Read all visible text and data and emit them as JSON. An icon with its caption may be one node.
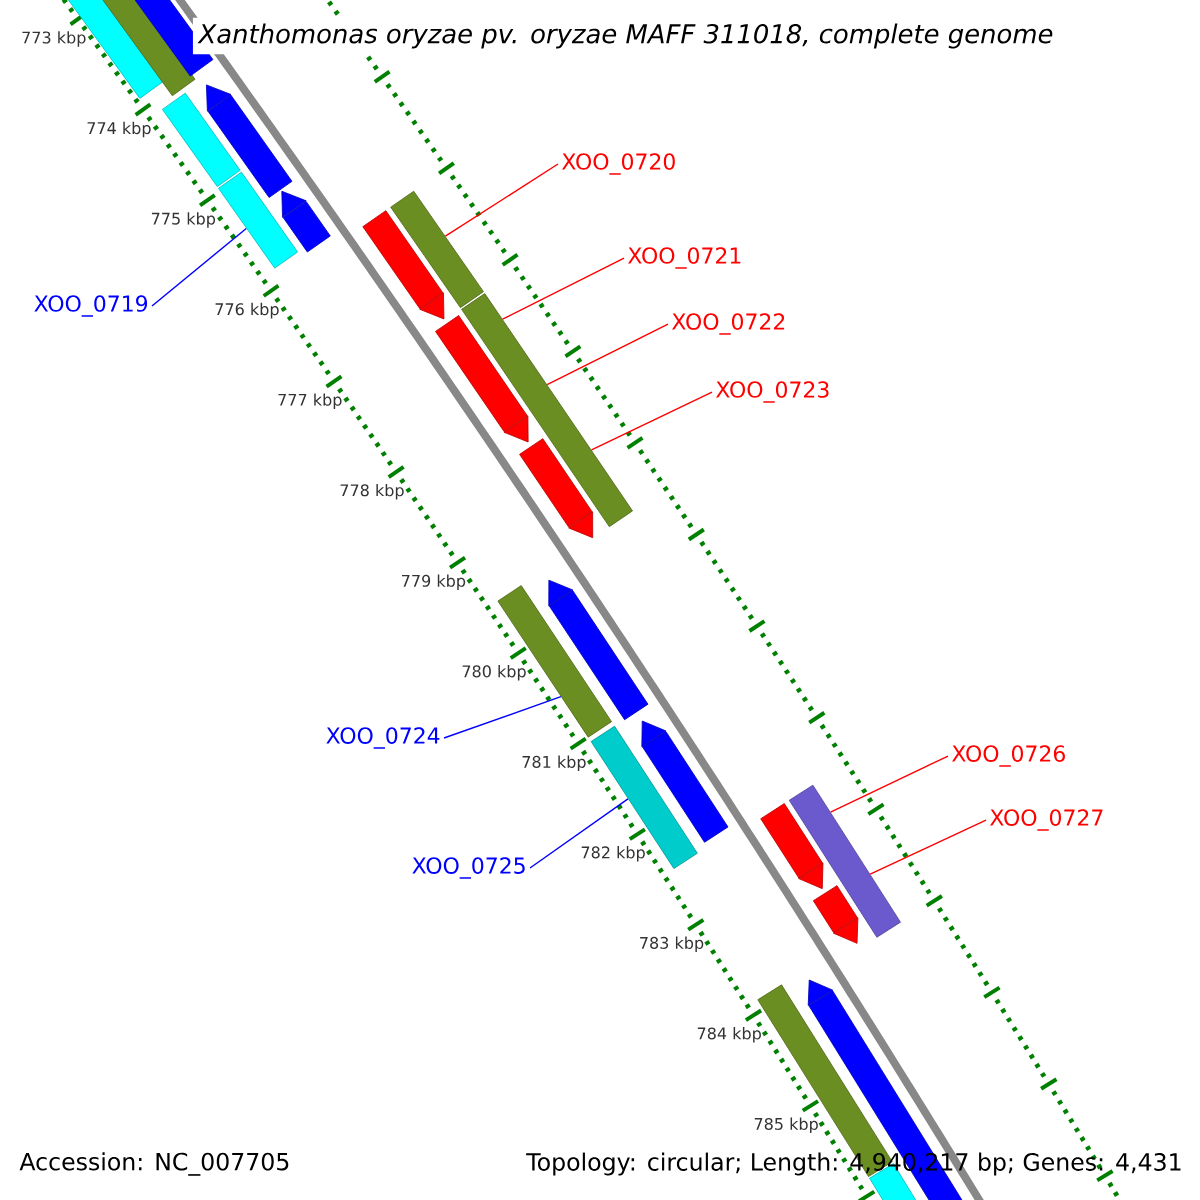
{
  "diagram": {
    "title": "Xanthomonas oryzae pv. oryzae MAFF 311018, complete genome",
    "nodes": [
      {
        "text": [
          "XOO_0719"
        ]
      },
      {
        "text": [
          "XOO_0720"
        ]
      },
      {
        "text": [
          "XOO_0721"
        ]
      },
      {
        "text": [
          "XOO_0722"
        ]
      },
      {
        "text": [
          "XOO_0723"
        ]
      },
      {
        "text": [
          "XOO_0724"
        ]
      },
      {
        "text": [
          "XOO_0725"
        ]
      },
      {
        "text": [
          "XOO_0726"
        ]
      },
      {
        "text": [
          "XOO_0727"
        ]
      },
      {
        "text": [],
        "shape": "bar"
      },
      {
        "text": [],
        "shape": "bar"
      },
      {
        "text": [],
        "shape": "bar"
      },
      {
        "text": [],
        "shape": "pentagon"
      },
      {
        "text": [],
        "shape": "pentagon"
      },
      {
        "text": [],
        "shape": "bar"
      },
      {
        "text": [],
        "shape": "bar"
      },
      {
        "text": [],
        "shape": "pentagon"
      },
      {
        "text": [],
        "shape": "pentagon"
      },
      {
        "text": [],
        "shape": "pentagon"
      },
      {
        "text": [],
        "shape": "bar"
      },
      {
        "text": [],
        "shape": "bar"
      },
      {
        "text": [],
        "shape": "bar"
      },
      {
        "text": [],
        "shape": "pentagon"
      },
      {
        "text": [],
        "shape": "bar"
      },
      {
        "text": [],
        "shape": "pentagon"
      },
      {
        "text": [],
        "shape": "pentagon"
      },
      {
        "text": [],
        "shape": "pentagon"
      },
      {
        "text": [],
        "shape": "bar"
      },
      {
        "text": [],
        "shape": "bar"
      },
      {
        "text": [],
        "shape": "pentagon"
      },
      {
        "text": [],
        "shape": "bar"
      }
    ],
    "edges": [
      {
        "from": 0,
        "to": 15,
        "arrow": "none",
        "color": "#0000ff"
      },
      {
        "from": 1,
        "to": 19,
        "arrow": "none"
      },
      {
        "from": 2,
        "to": 20,
        "arrow": "none"
      },
      {
        "from": 3,
        "to": 20,
        "arrow": "none"
      },
      {
        "from": 4,
        "to": 20,
        "arrow": "none"
      },
      {
        "from": 5,
        "to": 21,
        "arrow": "none",
        "color": "#0000ff"
      },
      {
        "from": 6,
        "to": 23,
        "arrow": "none",
        "color": "#0000ff"
      },
      {
        "from": 7,
        "to": 27,
        "arrow": "none"
      },
      {
        "from": 8,
        "to": 27,
        "arrow": "none"
      }
    ],
    "labels": [
      "773 kbp",
      "774 kbp",
      "775 kbp",
      "776 kbp",
      "777 kbp",
      "778 kbp",
      "779 kbp",
      "780 kbp",
      "781 kbp",
      "782 kbp",
      "783 kbp",
      "784 kbp",
      "785 kbp",
      "Accession: NC_007705",
      "Topology: circular; Length: 4,940,217 bp; Genes: 4,431"
    ]
  }
}
